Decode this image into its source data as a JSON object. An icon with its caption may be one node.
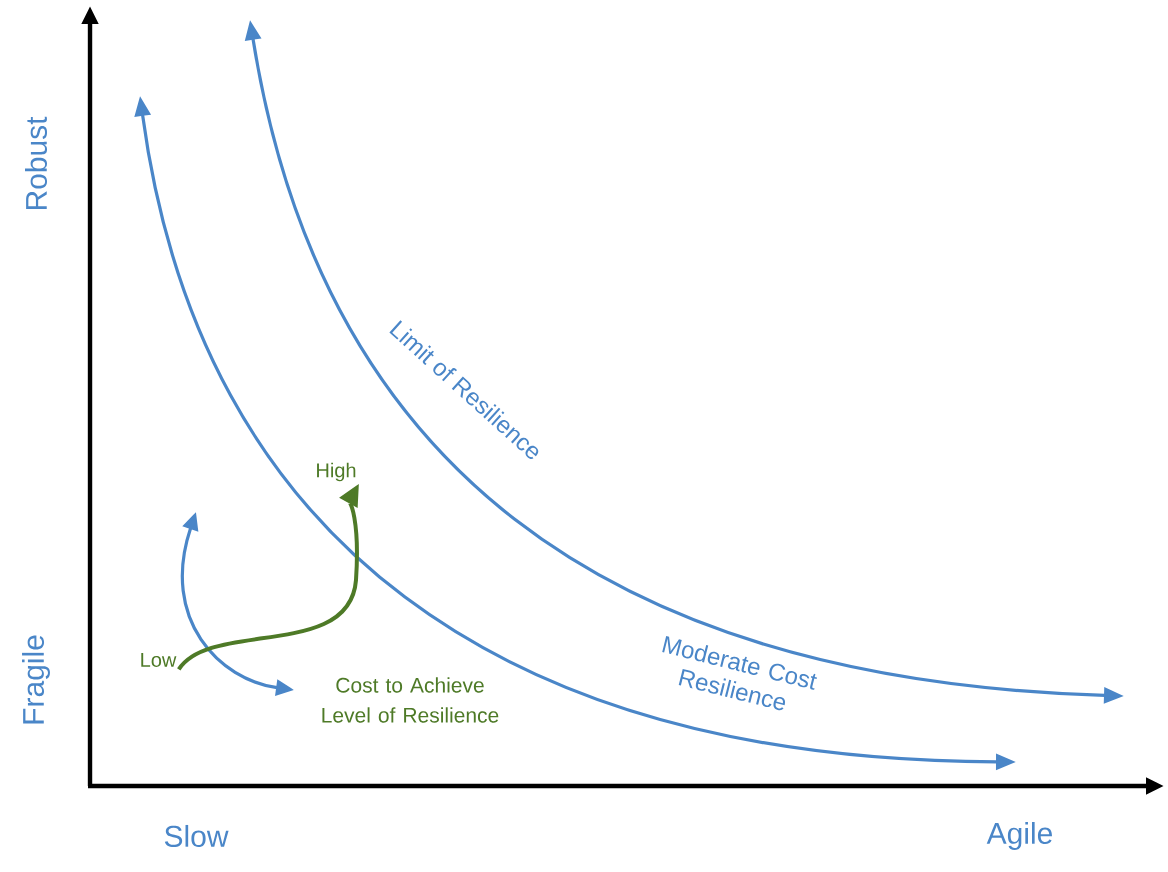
{
  "diagram": {
    "nodes": [
      {
        "text": [
          "Low"
        ]
      },
      {
        "text": [
          "High"
        ]
      }
    ],
    "edges": [
      {
        "from": 0,
        "to": 1,
        "arrow": "to",
        "color": "#4e7a27"
      }
    ],
    "labels": [
      "Robust",
      "Fragile",
      "Limit of Resilience",
      "Moderate Cost Resilience",
      "Cost to Achieve Level of Resilience",
      "Slow",
      "Agile"
    ]
  }
}
